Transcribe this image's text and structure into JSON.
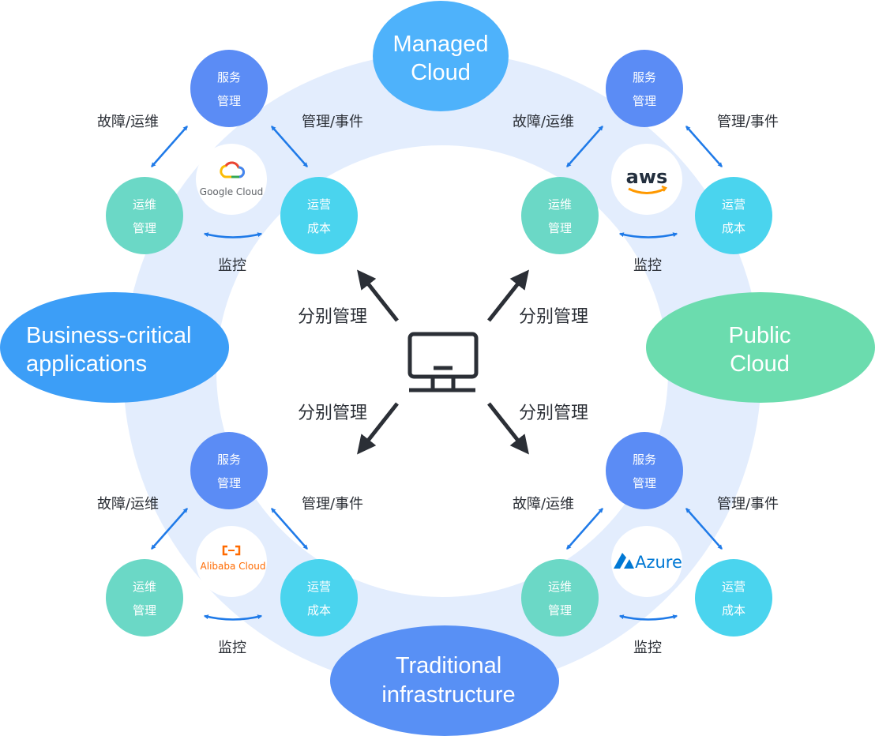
{
  "colors": {
    "ring": "#e3edfd",
    "managed_cloud": "#4eb2fb",
    "business_critical": "#3c9ef7",
    "public_cloud": "#6bdcae",
    "traditional": "#5890f5",
    "service_node": "#5b8cf5",
    "ops_node": "#6bd8c6",
    "cost_node": "#4ad4ee",
    "arrow": "#1f7ae8",
    "monitor": "#2b2f36"
  },
  "categories": {
    "managed_cloud": [
      "Managed",
      "Cloud"
    ],
    "business_critical": [
      "Business-critical",
      "applications"
    ],
    "public_cloud": [
      "Public",
      "Cloud"
    ],
    "traditional": [
      "Traditional",
      "infrastructure"
    ]
  },
  "center": {
    "icon": "monitor-icon",
    "arrow_label": "分别管理"
  },
  "clusters": [
    {
      "provider": "Google Cloud",
      "logo_icon": "google-cloud-icon",
      "service": [
        "服务",
        "管理"
      ],
      "ops": [
        "运维",
        "管理"
      ],
      "cost": [
        "运营",
        "成本"
      ],
      "fault_label": "故障/运维",
      "event_label": "管理/事件",
      "monitor_label": "监控"
    },
    {
      "provider": "aws",
      "logo_icon": "aws-icon",
      "service": [
        "服务",
        "管理"
      ],
      "ops": [
        "运维",
        "管理"
      ],
      "cost": [
        "运营",
        "成本"
      ],
      "fault_label": "故障/运维",
      "event_label": "管理/事件",
      "monitor_label": "监控"
    },
    {
      "provider": "Alibaba Cloud",
      "logo_icon": "alibaba-cloud-icon",
      "service": [
        "服务",
        "管理"
      ],
      "ops": [
        "运维",
        "管理"
      ],
      "cost": [
        "运营",
        "成本"
      ],
      "fault_label": "故障/运维",
      "event_label": "管理/事件",
      "monitor_label": "监控"
    },
    {
      "provider": "Azure",
      "logo_icon": "azure-icon",
      "service": [
        "服务",
        "管理"
      ],
      "ops": [
        "运维",
        "管理"
      ],
      "cost": [
        "运营",
        "成本"
      ],
      "fault_label": "故障/运维",
      "event_label": "管理/事件",
      "monitor_label": "监控"
    }
  ]
}
